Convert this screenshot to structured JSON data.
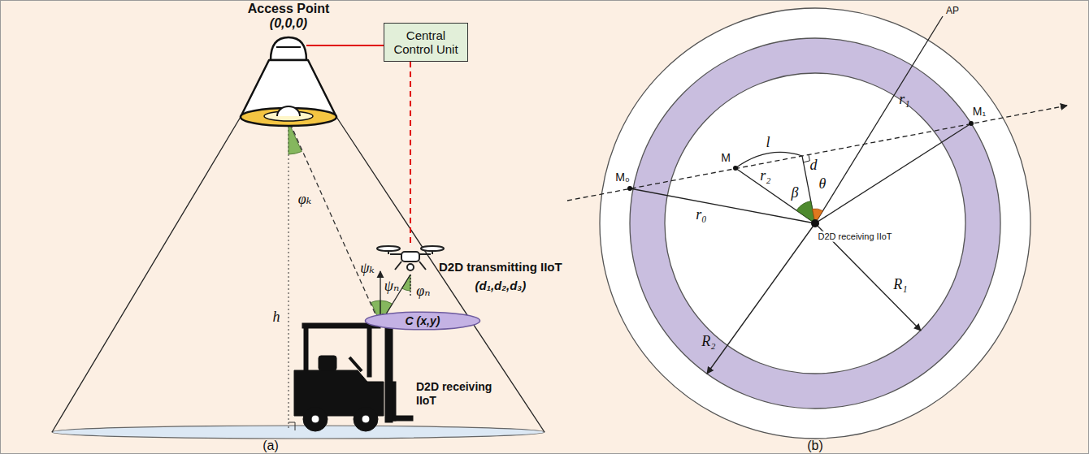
{
  "diagram": {
    "nodes": [
      {
        "text": [
          "Access Point",
          "(0,0,0)"
        ]
      },
      {
        "text": [
          "Central Control Unit"
        ]
      },
      {
        "text": [
          "D2D transmitting IIoT",
          "(d₁,d₂,d₃)"
        ]
      },
      {
        "text": [
          "D2D receiving IIoT"
        ]
      },
      {
        "text": [
          "C (x,y)"
        ]
      }
    ],
    "edges": [
      {
        "from": 0,
        "to": 1,
        "arrow": "none"
      },
      {
        "from": 1,
        "to": 2,
        "arrow": "none"
      }
    ],
    "labels": [
      "φₖ",
      "ψₖ",
      "ψₙ",
      "φₙ",
      "h",
      "(a)",
      "AP",
      "M₀",
      "M₁",
      "l",
      "M",
      "d",
      "r₁",
      "r₂",
      "β",
      "θ",
      "r₀",
      "D2D receiving IIoT",
      "R₂",
      "R₁",
      "(b)"
    ]
  }
}
